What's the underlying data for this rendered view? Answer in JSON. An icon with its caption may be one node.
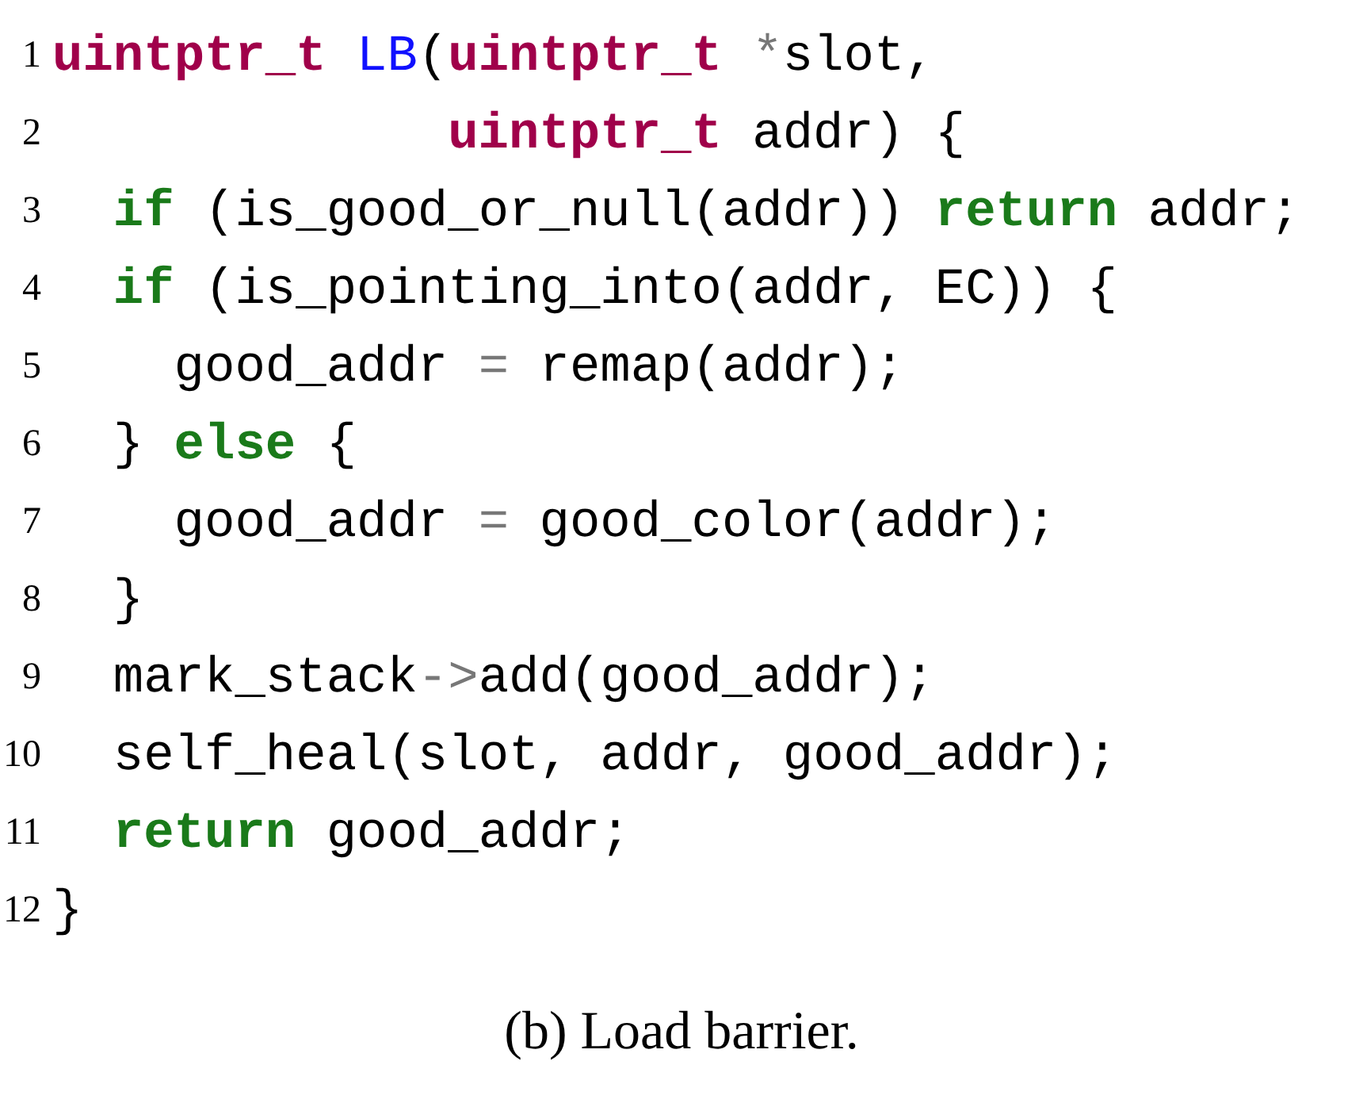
{
  "diagram": {
    "caption": "(b) Load barrier.",
    "labels": [
      "1",
      "uintptr_t LB(uintptr_t *slot,",
      "2",
      "uintptr_t addr) {",
      "3",
      "if (is_good_or_null(addr)) return addr;",
      "4",
      "if (is_pointing_into(addr, EC)) {",
      "5",
      "good_addr = remap(addr);",
      "6",
      "} else {",
      "7",
      "good_addr = good_color(addr);",
      "8",
      "}",
      "9",
      "mark_stack->add(good_addr);",
      "10",
      "self_heal(slot, addr, good_addr);",
      "11",
      "return good_addr;",
      "12",
      "}"
    ]
  }
}
